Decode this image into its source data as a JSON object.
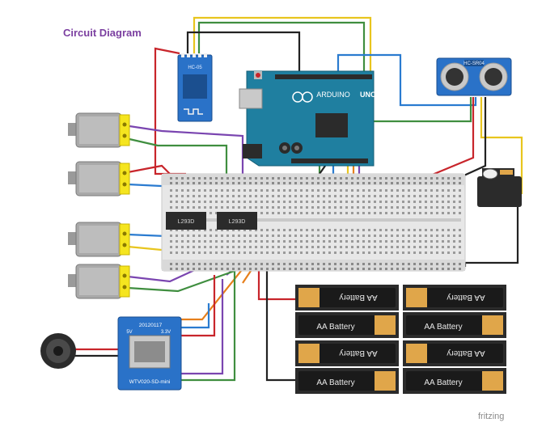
{
  "diagram": {
    "title": "Circuit Diagram",
    "footer": "fritzing"
  },
  "components": {
    "bluetooth": {
      "label": "HC-05"
    },
    "arduino": {
      "label": "UNO",
      "brand": "ARDUINO"
    },
    "ultrasonic": {
      "label": "HC-SR04"
    },
    "driver_1": {
      "label": "L293D"
    },
    "driver_2": {
      "label": "L293D"
    },
    "sd_module": {
      "line1": "20120117",
      "line2": "3.3V",
      "line3": "WTV020-SD-mini",
      "pin": "5V"
    },
    "batteries": [
      {
        "label": "AA Battery"
      },
      {
        "label": "AA Battery"
      },
      {
        "label": "AA Battery"
      },
      {
        "label": "AA Battery"
      },
      {
        "label": "AA Battery"
      },
      {
        "label": "AA Battery"
      },
      {
        "label": "AA Battery"
      },
      {
        "label": "AA Battery"
      }
    ],
    "motors": [
      "motor",
      "motor",
      "motor",
      "motor"
    ]
  },
  "colors": {
    "arduino": "#1f7fa0",
    "breadboard": "#e7e7e7",
    "motor_cap": "#f5e51f",
    "battery_cap": "#e0a64a",
    "title": "#7b3fa0"
  }
}
